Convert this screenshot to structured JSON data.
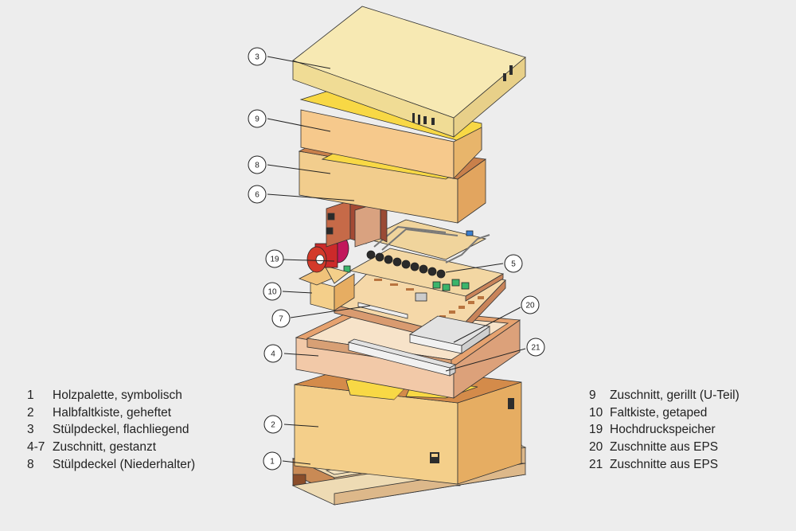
{
  "callouts": [
    {
      "id": "c3",
      "label": "3"
    },
    {
      "id": "c9",
      "label": "9"
    },
    {
      "id": "c8",
      "label": "8"
    },
    {
      "id": "c6",
      "label": "6"
    },
    {
      "id": "c19",
      "label": "19"
    },
    {
      "id": "c5",
      "label": "5"
    },
    {
      "id": "c10",
      "label": "10"
    },
    {
      "id": "c20",
      "label": "20"
    },
    {
      "id": "c7",
      "label": "7"
    },
    {
      "id": "c4",
      "label": "4"
    },
    {
      "id": "c21",
      "label": "21"
    },
    {
      "id": "c2",
      "label": "2"
    },
    {
      "id": "c1",
      "label": "1"
    }
  ],
  "legend_left": [
    {
      "num": "1",
      "text": "Holzpalette, symbolisch"
    },
    {
      "num": "2",
      "text": "Halbfaltkiste, geheftet"
    },
    {
      "num": "3",
      "text": "Stülpdeckel, flachliegend"
    },
    {
      "num": "4-7",
      "text": "Zuschnitt, gestanzt"
    },
    {
      "num": "8",
      "text": "Stülpdeckel (Niederhalter)"
    }
  ],
  "legend_right": [
    {
      "num": "9",
      "text": "Zuschnitt, gerillt (U-Teil)"
    },
    {
      "num": "10",
      "text": "Faltkiste, getaped"
    },
    {
      "num": "19",
      "text": "Hochdruckspeicher"
    },
    {
      "num": "20",
      "text": "Zuschnitte aus EPS"
    },
    {
      "num": "21",
      "text": "Zuschnitte aus EPS"
    }
  ],
  "colors": {
    "background": "#ededed",
    "cardboard_light": "#f3d89a",
    "cardboard": "#e6b46a",
    "cardboard_dark": "#c8874a",
    "insert_yellow": "#f8d845",
    "lid_top": "#f7e9b3",
    "pallet": "#e9d3a8",
    "pallet_dark": "#8a4d2a",
    "board_pink": "#f2c2a0",
    "eps": "#e8e8e8",
    "red_accumulator": "#cc2a2a",
    "green_connector": "#3bb56b",
    "blue_sensor": "#3a7fd1"
  }
}
